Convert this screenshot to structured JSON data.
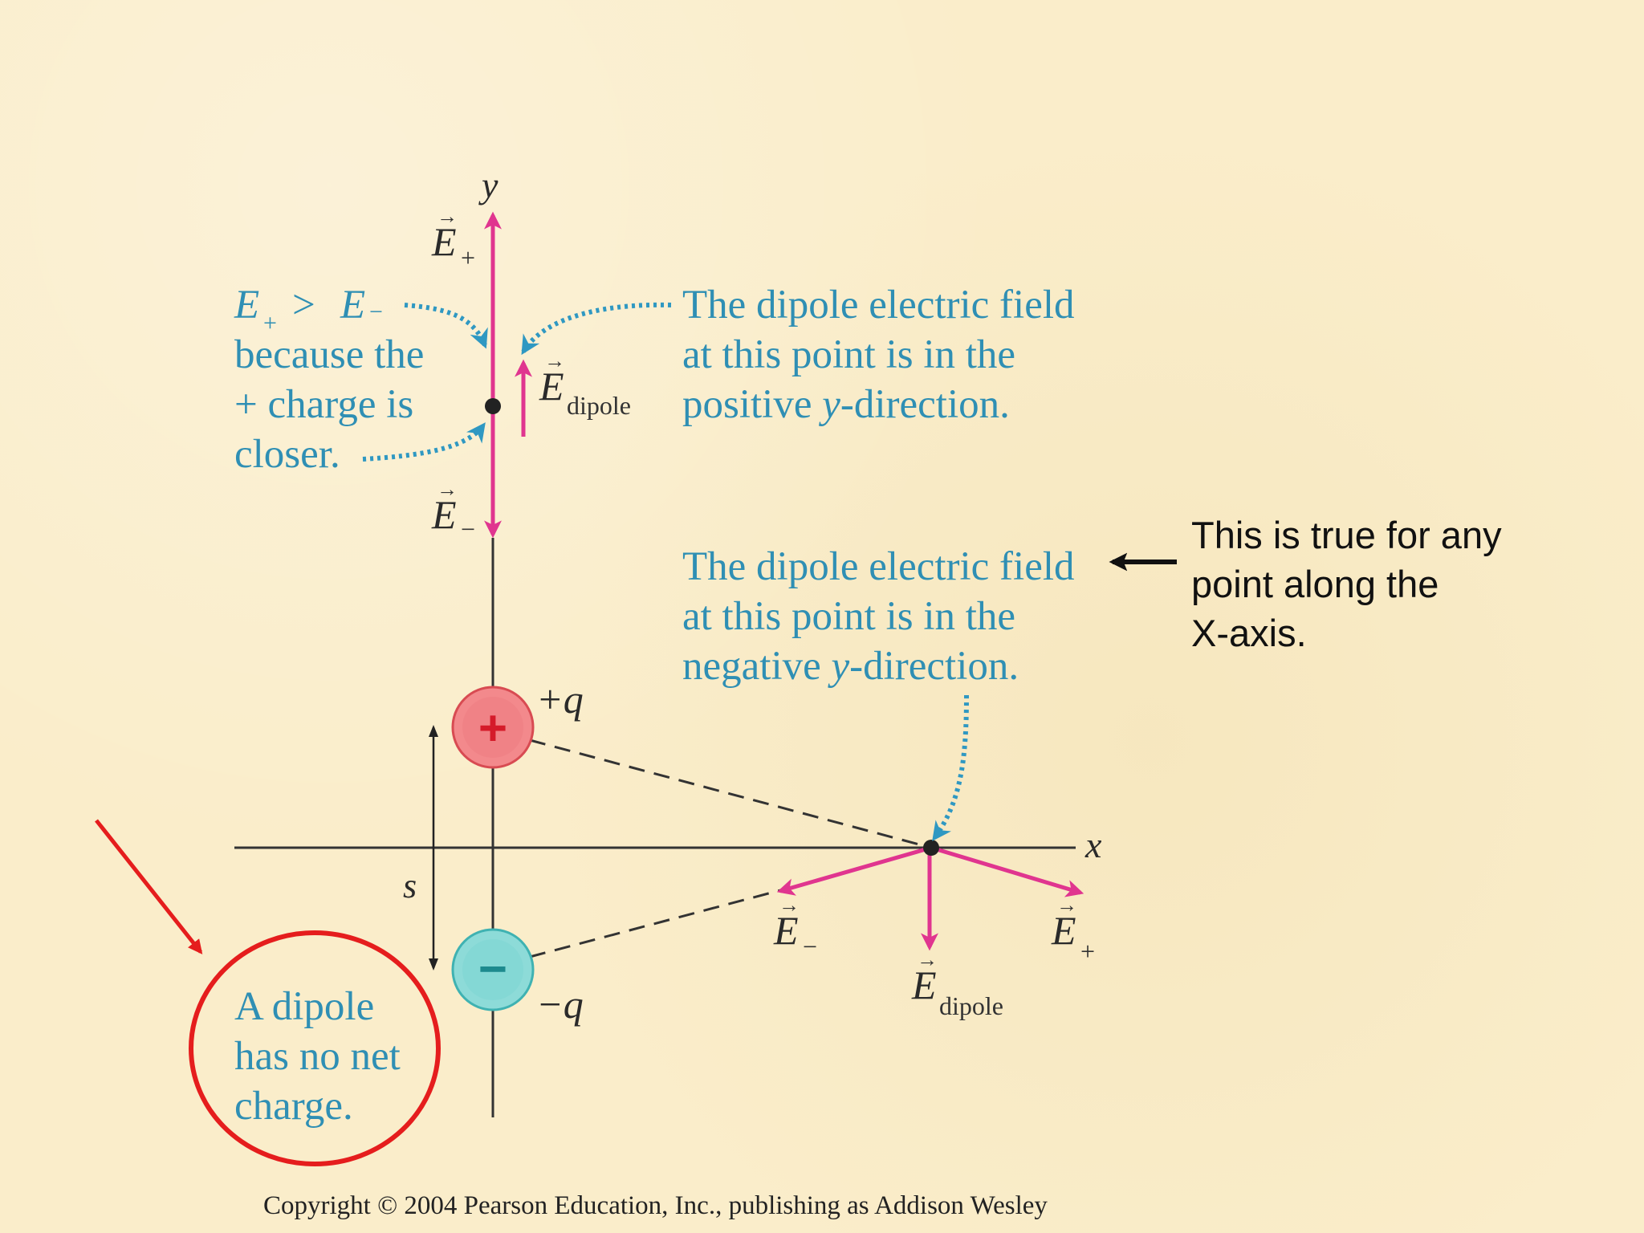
{
  "axes": {
    "x_label": "x",
    "y_label": "y"
  },
  "charges": {
    "positive": {
      "symbol": "+",
      "label": "+q",
      "color": "#e8666e"
    },
    "negative": {
      "symbol": "−",
      "label": "−q",
      "color": "#6ccfcf"
    }
  },
  "separation_label": "s",
  "top_point": {
    "e_plus": {
      "base": "E",
      "sub": "+"
    },
    "e_minus": {
      "base": "E",
      "sub": "−"
    },
    "e_dipole": {
      "base": "E",
      "sub": "dipole"
    }
  },
  "bottom_point": {
    "e_plus": {
      "base": "E",
      "sub": "+"
    },
    "e_minus": {
      "base": "E",
      "sub": "−"
    },
    "e_dipole": {
      "base": "E",
      "sub": "dipole"
    }
  },
  "inequality": {
    "e1": "E",
    "s1": "+",
    "op": ">",
    "e2": "E",
    "s2": "−"
  },
  "because_lines": [
    "because the",
    "+ charge is",
    "closer."
  ],
  "top_caption": {
    "line1": "The dipole electric field",
    "line2": "at this point is in the",
    "line3_a": "positive ",
    "line3_b": "y",
    "line3_c": "-direction."
  },
  "bottom_caption": {
    "line1": "The dipole electric field",
    "line2": "at this point is in the",
    "line3_a": "negative ",
    "line3_b": "y",
    "line3_c": "-direction."
  },
  "net_charge_lines": [
    "A dipole",
    "has no net",
    "charge."
  ],
  "side_annotation_lines": [
    "This is true for any",
    "point along the",
    "X-axis."
  ],
  "copyright": "Copyright © 2004 Pearson Education, Inc., publishing as Addison Wesley",
  "colors": {
    "field_arrow": "#e0358f",
    "caption_text": "#2f8fb4",
    "highlight_red": "#e51d1d",
    "axis": "#333333"
  }
}
